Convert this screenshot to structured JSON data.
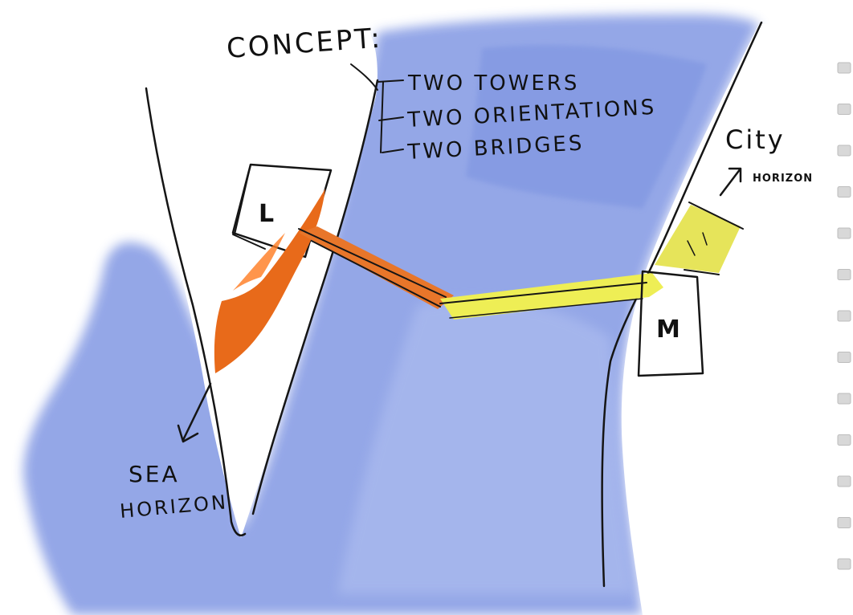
{
  "concept": {
    "heading": "CONCEPT:",
    "points": [
      "TWO TOWERS",
      "TWO ORIENTATIONS",
      "TWO BRIDGES"
    ]
  },
  "labels": {
    "tower_l": "L",
    "tower_m": "M",
    "city": "City",
    "city_horizon": "HORIZON",
    "sea": "SEA",
    "sea_horizon": "HORIZON"
  },
  "colors": {
    "water": "#8fa3e6",
    "bridge_orange": "#e86a1a",
    "bridge_yellow": "#eeee55",
    "ink": "#151515",
    "binding_ring": "#d8d8d8"
  },
  "binding_ring_count": 13
}
